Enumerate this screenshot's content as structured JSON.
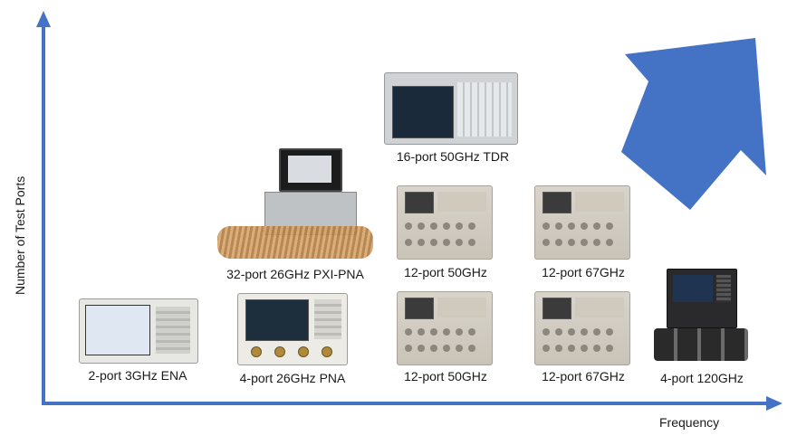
{
  "axes": {
    "x_label": "Frequency",
    "y_label": "Number of Test Ports",
    "color": "#4472c4"
  },
  "trend_arrow": {
    "color": "#4472c4"
  },
  "instruments": [
    {
      "label": "2-port 3GHz ENA"
    },
    {
      "label": "4-port 26GHz PNA"
    },
    {
      "label": "12-port 50GHz"
    },
    {
      "label": "12-port 67GHz"
    },
    {
      "label": "4-port 120GHz"
    },
    {
      "label": "32-port 26GHz PXI-PNA"
    },
    {
      "label": "12-port 50GHz"
    },
    {
      "label": "12-port 67GHz"
    },
    {
      "label": "16-port 50GHz TDR"
    }
  ]
}
